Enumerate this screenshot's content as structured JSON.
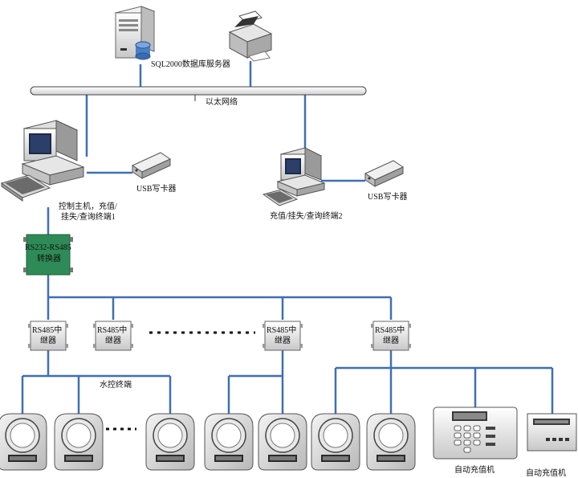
{
  "labels": {
    "db_server": "SQL2000数据库服务器",
    "ethernet": "以太网络",
    "usb_writer_1": "USB写卡器",
    "usb_writer_2": "USB写卡器",
    "host_line1": "控制主机，充值/",
    "host_line2": "挂失/查询终端1",
    "terminal2": "充值/挂失/查询终端2",
    "converter_line1": "RS232-RS485",
    "converter_line2": "转换器",
    "repeater_line1": "RS485中",
    "repeater_line2": "继器",
    "water_terminal": "水控终端",
    "auto_recharge_1": "自动充值机",
    "auto_recharge_2": "自动充值机"
  },
  "colors": {
    "wire": "#3f6fb4",
    "converter": "#2e8b57",
    "device_gray": "#d9d9d9"
  },
  "icons": [
    "server-icon",
    "printer-icon",
    "computer-icon",
    "card-reader-icon",
    "converter-icon",
    "repeater-icon",
    "water-meter-icon",
    "recharge-machine-icon"
  ]
}
